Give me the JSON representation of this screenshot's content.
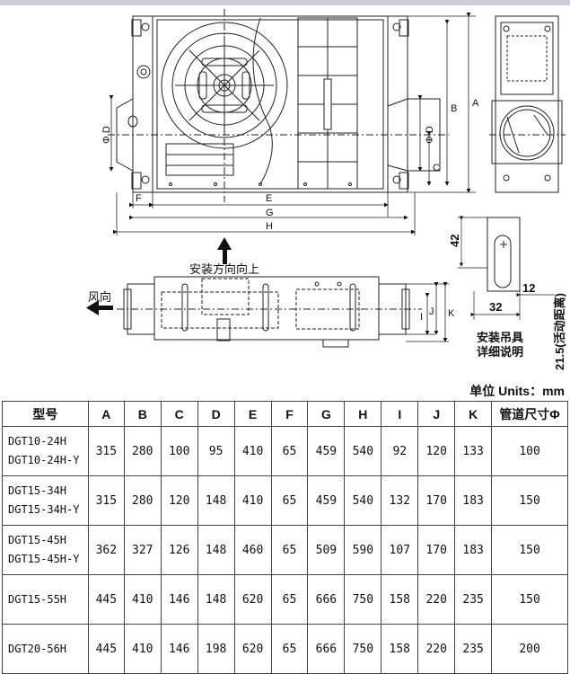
{
  "drawing": {
    "install_label": "安装方向向上",
    "wind_label": "风向",
    "hanger_caption_line1": "安装吊具",
    "hanger_caption_line2": "详细说明",
    "hanger_dims": {
      "d42": "42",
      "d12": "12",
      "d32": "32",
      "travel": "21.5(活动距离)"
    },
    "dim_letters": {
      "A": "A",
      "B": "B",
      "C": "C",
      "D": "Φ D",
      "E": "E",
      "F": "F",
      "G": "G",
      "H": "H",
      "I": "I",
      "J": "J",
      "K": "K"
    }
  },
  "units_label": "单位 Units：mm",
  "table": {
    "headers": [
      "型号",
      "A",
      "B",
      "C",
      "D",
      "E",
      "F",
      "G",
      "H",
      "I",
      "J",
      "K",
      "管道尺寸Φ"
    ],
    "rows": [
      {
        "model": [
          "DGT10-24H",
          "DGT10-24H-Y"
        ],
        "values": [
          "315",
          "280",
          "100",
          "95",
          "410",
          "65",
          "459",
          "540",
          "92",
          "120",
          "133",
          "100"
        ]
      },
      {
        "model": [
          "DGT15-34H",
          "DGT15-34H-Y"
        ],
        "values": [
          "315",
          "280",
          "120",
          "148",
          "410",
          "65",
          "459",
          "540",
          "132",
          "170",
          "183",
          "150"
        ]
      },
      {
        "model": [
          "DGT15-45H",
          "DGT15-45H-Y"
        ],
        "values": [
          "362",
          "327",
          "126",
          "148",
          "460",
          "65",
          "509",
          "590",
          "107",
          "170",
          "183",
          "150"
        ]
      },
      {
        "model": [
          "DGT15-55H"
        ],
        "values": [
          "445",
          "410",
          "146",
          "148",
          "620",
          "65",
          "666",
          "750",
          "158",
          "220",
          "235",
          "150"
        ]
      },
      {
        "model": [
          "DGT20-56H"
        ],
        "values": [
          "445",
          "410",
          "146",
          "198",
          "620",
          "65",
          "666",
          "750",
          "158",
          "220",
          "235",
          "200"
        ]
      }
    ]
  }
}
